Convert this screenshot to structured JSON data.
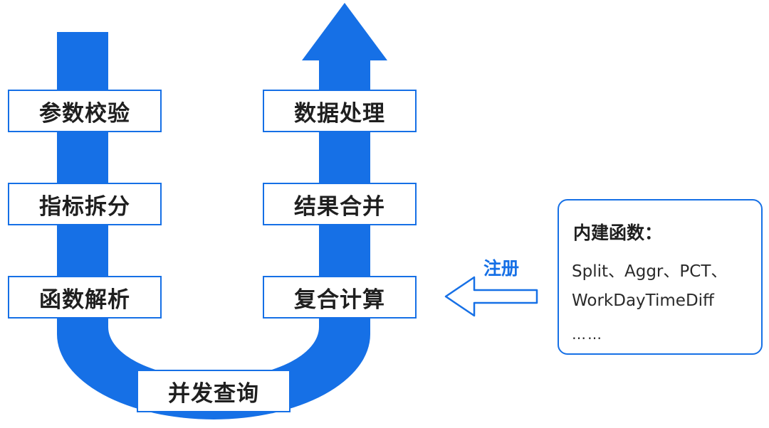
{
  "colors": {
    "flow_blue": "#1670e6",
    "text_dark": "#1f1f1f"
  },
  "icons": {
    "flow_arrow": "u-turn-arrow-icon",
    "register_arrow": "left-hollow-arrow-icon"
  },
  "steps": {
    "params": "参数校验",
    "split": "指标拆分",
    "parse": "函数解析",
    "query": "并发查询",
    "compute": "复合计算",
    "merge": "结果合并",
    "process": "数据处理"
  },
  "register_label": "注册",
  "builtin": {
    "title": "内建函数：",
    "line1": "Split、Aggr、PCT、",
    "line2": "WorkDayTimeDiff",
    "line3": "……"
  }
}
